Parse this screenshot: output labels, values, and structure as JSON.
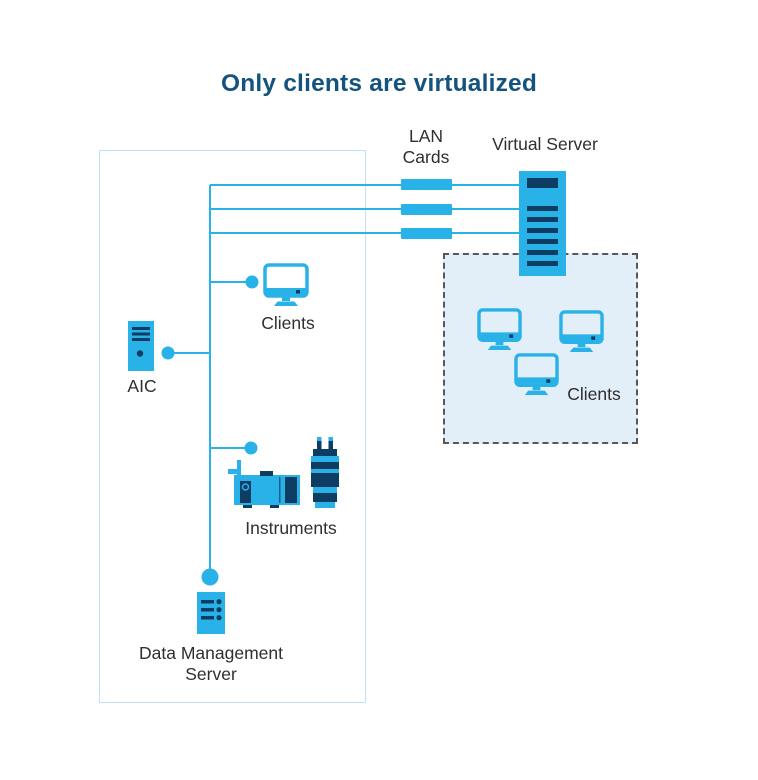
{
  "title": "Only clients are virtualized",
  "colors": {
    "background": "#ffffff",
    "cyan": "#29b2e8",
    "navy": "#0d3d63",
    "title_color": "#15537f",
    "label_color": "#2f2f2f",
    "left_box_border": "#bfe3f6",
    "virtual_zone_fill": "#e3eff8",
    "virtual_zone_border": "#58585a"
  },
  "nodes": {
    "lan_cards": {
      "label_line1": "LAN",
      "label_line2": "Cards",
      "count": 3
    },
    "virtual_server": {
      "label": "Virtual Server"
    },
    "clients_physical": {
      "label": "Clients",
      "count": 1
    },
    "aic": {
      "label": "AIC"
    },
    "instruments": {
      "label": "Instruments",
      "count": 2
    },
    "data_management_server": {
      "label_line1": "Data Management",
      "label_line2": "Server"
    },
    "virtual_clients": {
      "label": "Clients",
      "count": 3
    }
  },
  "icons": {
    "virtual_server": "tower-server-icon",
    "aic": "aic-tower-icon",
    "client": "desktop-monitor-icon",
    "instrument_left": "chromatograph-instrument-icon",
    "instrument_right": "detector-instrument-icon",
    "data_management_server": "server-list-icon",
    "lan_card": "lan-card-chip",
    "connector": "connector-dot"
  }
}
